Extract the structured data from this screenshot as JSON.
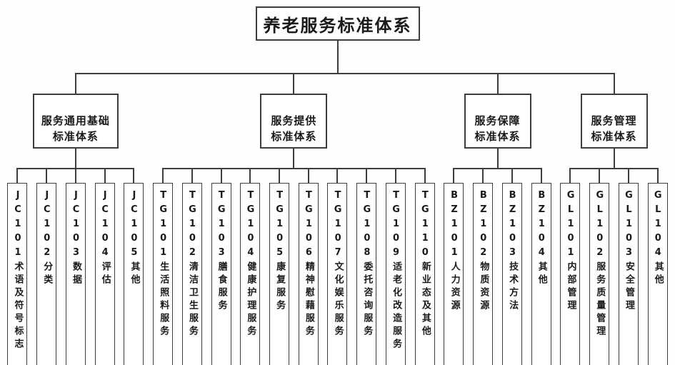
{
  "root": {
    "label": "养老服务标准体系"
  },
  "colors": {
    "line": "#3d3d3d",
    "box_border": "#3d3d3d",
    "background": "#fdfdfd",
    "text": "#1a1a1a"
  },
  "groups": [
    {
      "branch": {
        "label": "服务通用基础\n标准体系"
      },
      "leaves": [
        {
          "label": "JC101术语及符号标志"
        },
        {
          "label": "JC102分类"
        },
        {
          "label": "JC103数据"
        },
        {
          "label": "JC104评估"
        },
        {
          "label": "JC105其他"
        }
      ]
    },
    {
      "branch": {
        "label": "服务提供\n标准体系"
      },
      "leaves": [
        {
          "label": "TG101生活照料服务"
        },
        {
          "label": "TG102清洁卫生服务"
        },
        {
          "label": "TG103膳食服务"
        },
        {
          "label": "TG104健康护理服务"
        },
        {
          "label": "TG105康复服务"
        },
        {
          "label": "TG106精神慰藉服务"
        },
        {
          "label": "TG107文化娱乐服务"
        },
        {
          "label": "TG108委托咨询服务"
        },
        {
          "label": "TG109适老化改造服务"
        },
        {
          "label": "TG110新业态及其他"
        }
      ]
    },
    {
      "branch": {
        "label": "服务保障\n标准体系"
      },
      "leaves": [
        {
          "label": "BZ101人力资源"
        },
        {
          "label": "BZ102物质资源"
        },
        {
          "label": "BZ103技术方法"
        },
        {
          "label": "BZ104其他"
        }
      ]
    },
    {
      "branch": {
        "label": "服务管理\n标准体系"
      },
      "leaves": [
        {
          "label": "GL101内部管理"
        },
        {
          "label": "GL102服务质量管理"
        },
        {
          "label": "GL103安全管理"
        },
        {
          "label": "GL104其他"
        }
      ]
    }
  ]
}
